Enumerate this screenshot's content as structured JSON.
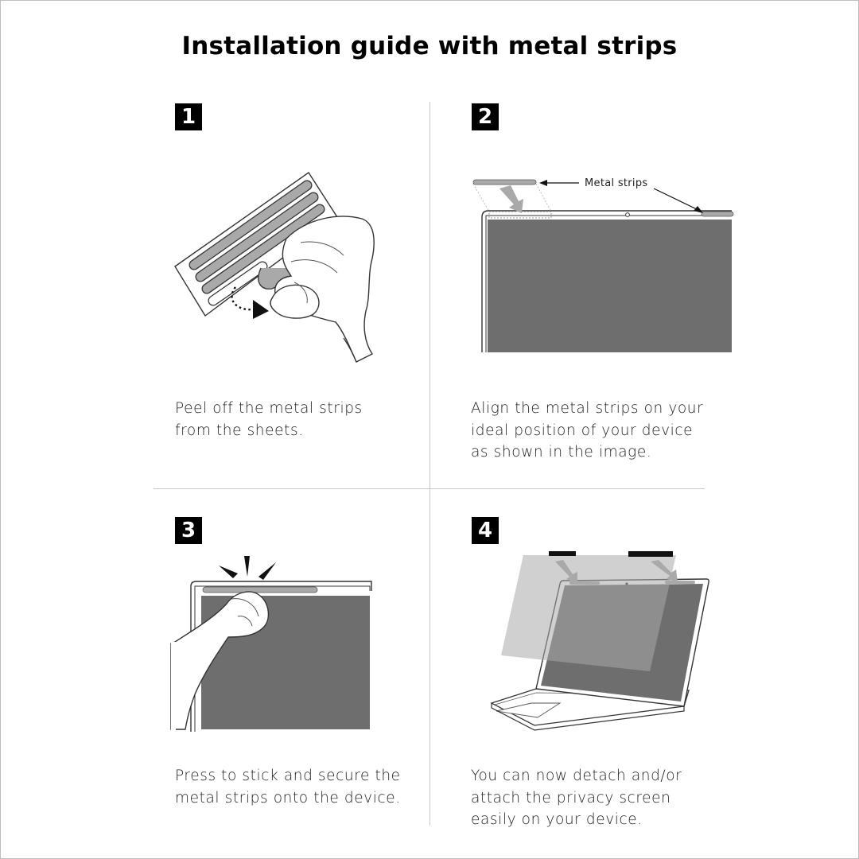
{
  "title": "Installation guide with metal strips",
  "steps": [
    {
      "number": "1",
      "caption": [
        "Peel off the metal strips",
        "from the sheets."
      ]
    },
    {
      "number": "2",
      "caption": [
        "Align the metal strips on your",
        "ideal position of your device",
        "as shown in the image."
      ],
      "annotation": "Metal strips"
    },
    {
      "number": "3",
      "caption": [
        "Press to stick and secure the",
        "metal strips onto the device."
      ]
    },
    {
      "number": "4",
      "caption": [
        "You can now detach and/or",
        "attach the privacy screen",
        "easily on your device."
      ]
    }
  ],
  "colors": {
    "screen": "#6e6e6e",
    "strip": "#a9a9a9",
    "badge": "#000000",
    "divider": "#c8c8c8"
  }
}
